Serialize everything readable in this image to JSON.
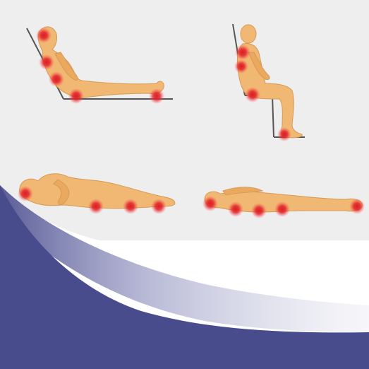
{
  "colors": {
    "panel": "#eeeeee",
    "skin": "#f0b872",
    "skin_outline": "#d79a55",
    "line": "#555555",
    "pressure": "#e3232a",
    "swoosh": "#484b8c",
    "swoosh_fade": "#b4b6d2",
    "page": "#ffffff"
  },
  "figures": [
    {
      "pose": "semi-reclined",
      "pressure_points": 5
    },
    {
      "pose": "seated",
      "pressure_points": 4
    },
    {
      "pose": "side-lying",
      "pressure_points": 4
    },
    {
      "pose": "supine",
      "pressure_points": 5
    }
  ]
}
